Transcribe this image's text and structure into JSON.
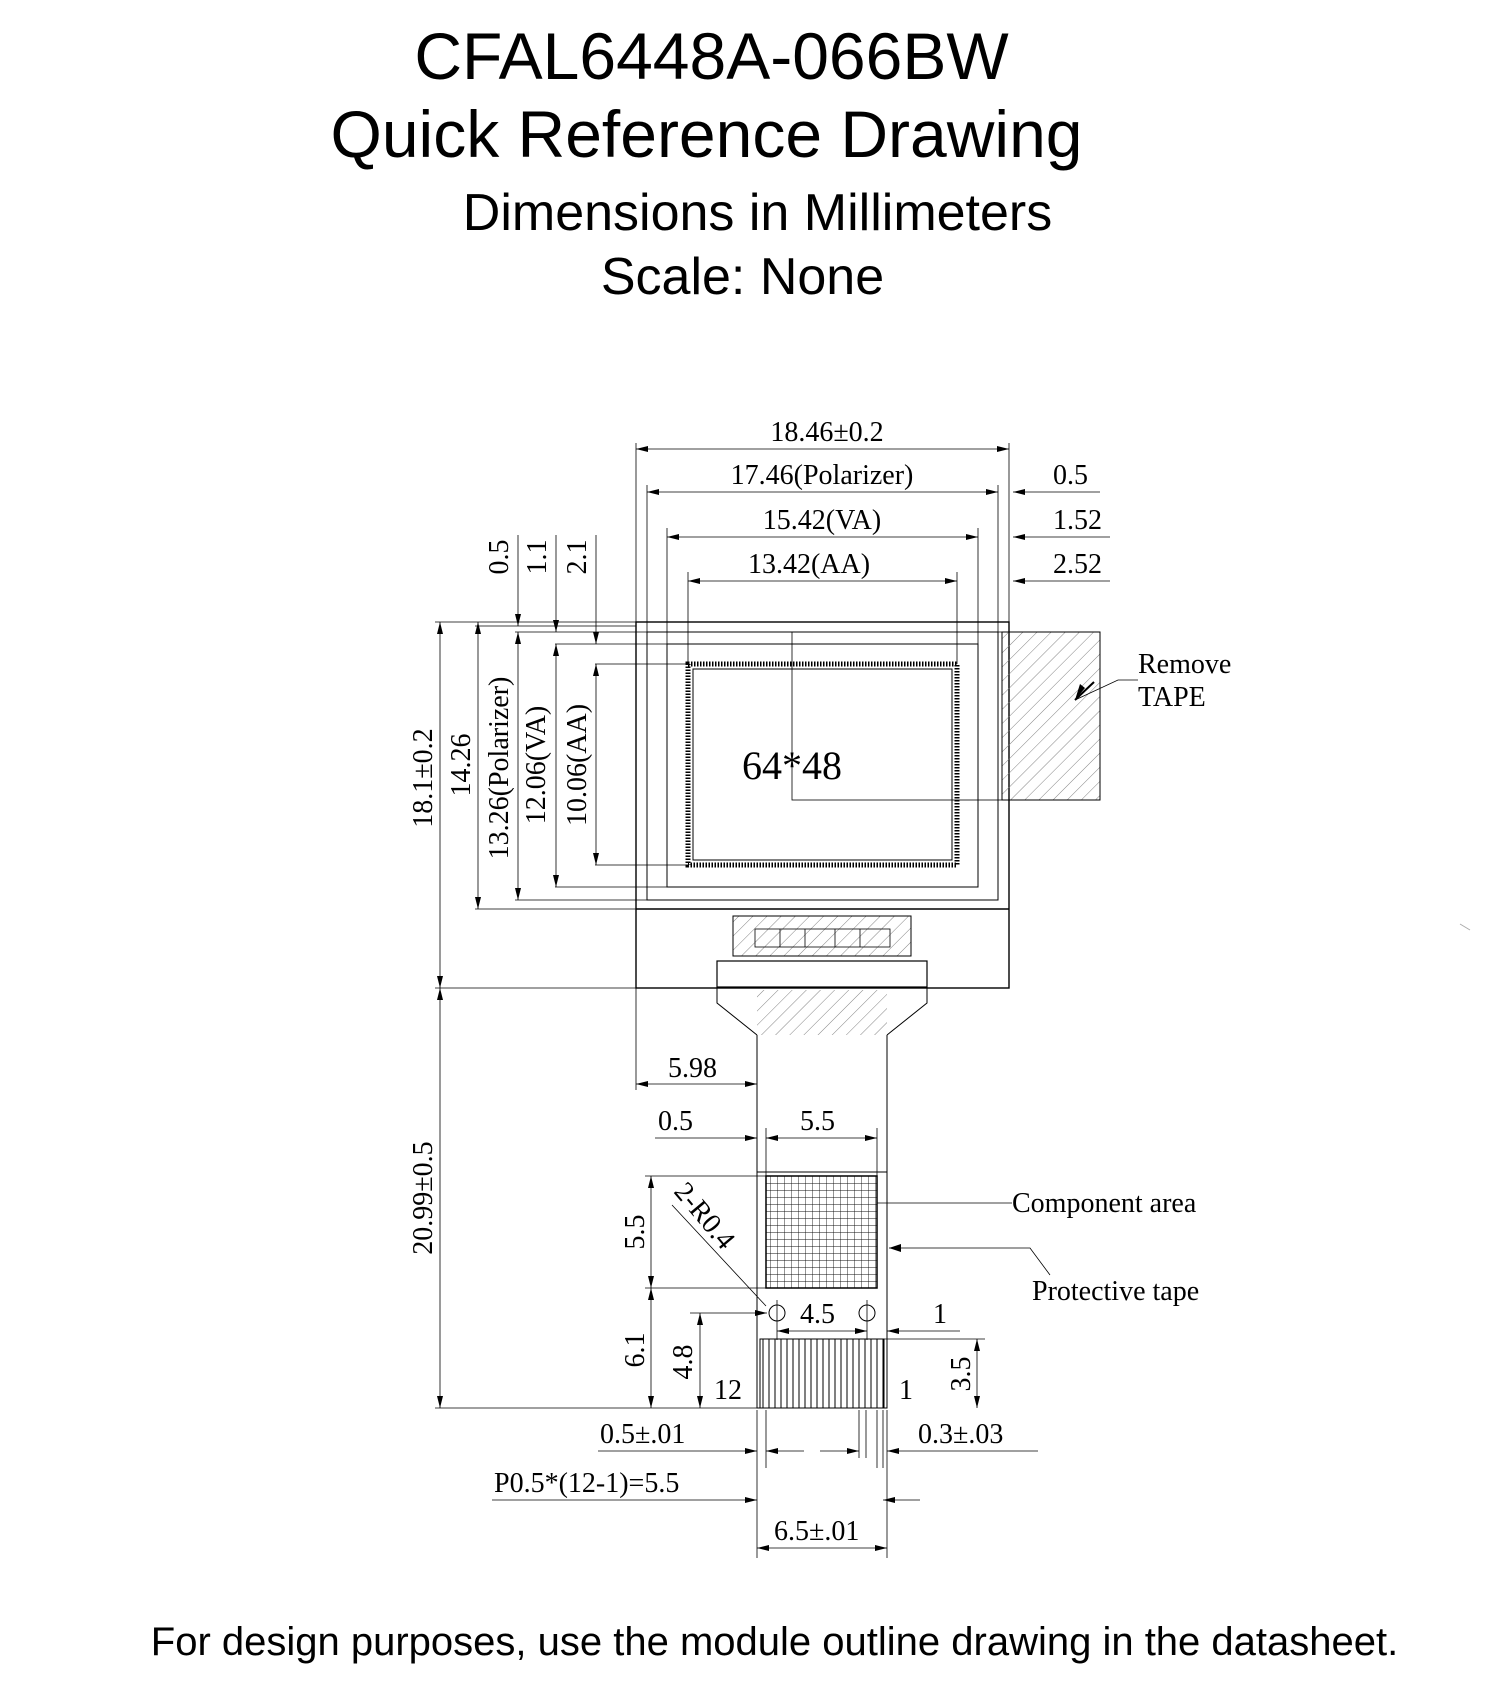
{
  "header": {
    "title": "CFAL6448A-066BW",
    "subtitle": "Quick Reference Drawing",
    "units_note": "Dimensions in Millimeters",
    "scale_note": "Scale: None"
  },
  "footer": {
    "note": "For design purposes, use the module outline drawing in the datasheet."
  },
  "dimensions": {
    "overall_width": "18.46±0.2",
    "polarizer_width": "17.46(Polarizer)",
    "va_width": "15.42(VA)",
    "aa_width": "13.42(AA)",
    "right_offset_1": "0.5",
    "right_offset_2": "1.52",
    "right_offset_3": "2.52",
    "top_offset_1": "0.5",
    "top_offset_2": "1.1",
    "top_offset_3": "2.1",
    "overall_height": "18.1±0.2",
    "glass_height": "14.26",
    "polarizer_height": "13.26(Polarizer)",
    "va_height": "12.06(VA)",
    "aa_height": "10.06(AA)",
    "fpc_length": "20.99±0.5",
    "fpc_offset": "5.98",
    "fpc_edge_offset": "0.5",
    "component_width": "5.5",
    "component_height": "5.5",
    "corner_radius": "2-R0.4",
    "hole_spacing": "4.5",
    "hole_edge": "1",
    "lower_height": "6.1",
    "finger_height": "4.8",
    "contact_height": "3.5",
    "pin_width": "0.5±.01",
    "thickness": "0.3±.03",
    "pitch": "P0.5*(12-1)=5.5",
    "fpc_width": "6.5±.01"
  },
  "labels": {
    "resolution": "64*48",
    "remove_tape": "Remove",
    "tape": "TAPE",
    "component_area": "Component area",
    "protective_tape": "Protective tape",
    "pin_first": "12",
    "pin_last": "1"
  }
}
